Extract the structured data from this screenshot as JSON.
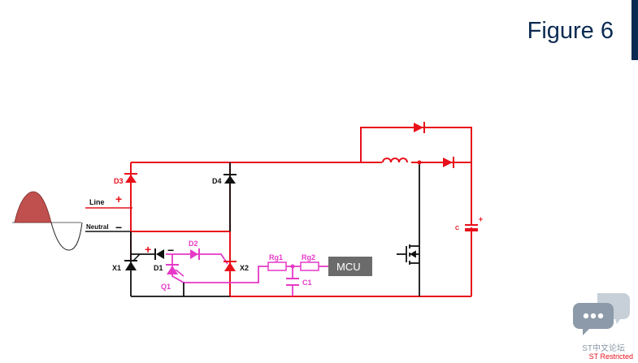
{
  "figure_title": "Figure 6",
  "labels": {
    "line": "Line",
    "neutral": "Neutral",
    "plus": "+",
    "minus": "−",
    "d1": "D1",
    "d2": "D2",
    "d3": "D3",
    "d4": "D4",
    "q1": "Q1",
    "x1": "X1",
    "x2": "X2",
    "rg1": "Rg1",
    "rg2": "Rg2",
    "c1": "C1",
    "c": "C",
    "mcu": "MCU"
  },
  "footer": {
    "forum_watermark": "ST中文论坛",
    "classification": "ST Restricted"
  },
  "colors": {
    "power_path": "#e8101b",
    "gate_path": "#e639c7",
    "ground_path": "#111111",
    "mcu_box": "#6b6b6b",
    "sine_fill": "#c0504d",
    "title": "#0b2a52"
  },
  "icons": [
    "ac-sine-source-icon",
    "diode-icon",
    "thyristor-icon",
    "mosfet-icon",
    "inductor-icon",
    "capacitor-icon",
    "resistor-icon",
    "chat-bubble-icon"
  ]
}
